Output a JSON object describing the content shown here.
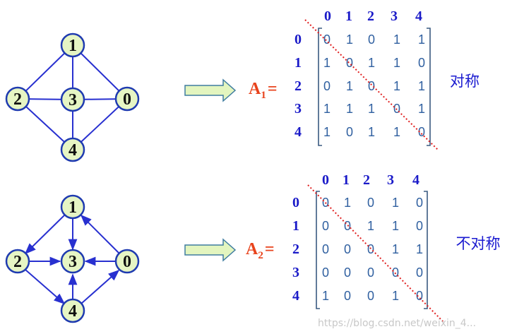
{
  "graphs": [
    {
      "id": "g1",
      "directed": false,
      "nodes": [
        "1",
        "2",
        "3",
        "0",
        "4"
      ]
    },
    {
      "id": "g2",
      "directed": true,
      "nodes": [
        "1",
        "2",
        "3",
        "0",
        "4"
      ]
    }
  ],
  "matrices": [
    {
      "id": "A1",
      "label_main": "A",
      "label_sub": "1",
      "label_eq": "=",
      "col_headers": [
        "0",
        "1",
        "2",
        "3",
        "4"
      ],
      "row_headers": [
        "0",
        "1",
        "2",
        "3",
        "4"
      ],
      "rows": [
        [
          "0",
          "1",
          "0",
          "1",
          "1"
        ],
        [
          "1",
          "0",
          "1",
          "1",
          "0"
        ],
        [
          "0",
          "1",
          "0",
          "1",
          "1"
        ],
        [
          "1",
          "1",
          "1",
          "0",
          "1"
        ],
        [
          "1",
          "0",
          "1",
          "1",
          "0"
        ]
      ],
      "note": "对称"
    },
    {
      "id": "A2",
      "label_main": "A",
      "label_sub": "2",
      "label_eq": "=",
      "col_headers": [
        "0",
        "1",
        "2",
        "3",
        "4"
      ],
      "row_headers": [
        "0",
        "1",
        "2",
        "3",
        "4"
      ],
      "rows": [
        [
          "0",
          "1",
          "0",
          "1",
          "0"
        ],
        [
          "0",
          "0",
          "1",
          "1",
          "0"
        ],
        [
          "0",
          "0",
          "0",
          "1",
          "1"
        ],
        [
          "0",
          "0",
          "0",
          "0",
          "0"
        ],
        [
          "1",
          "0",
          "0",
          "1",
          "0"
        ]
      ],
      "note": "不对称"
    }
  ],
  "watermark": "https://blog.csdn.net/weixin_4..."
}
